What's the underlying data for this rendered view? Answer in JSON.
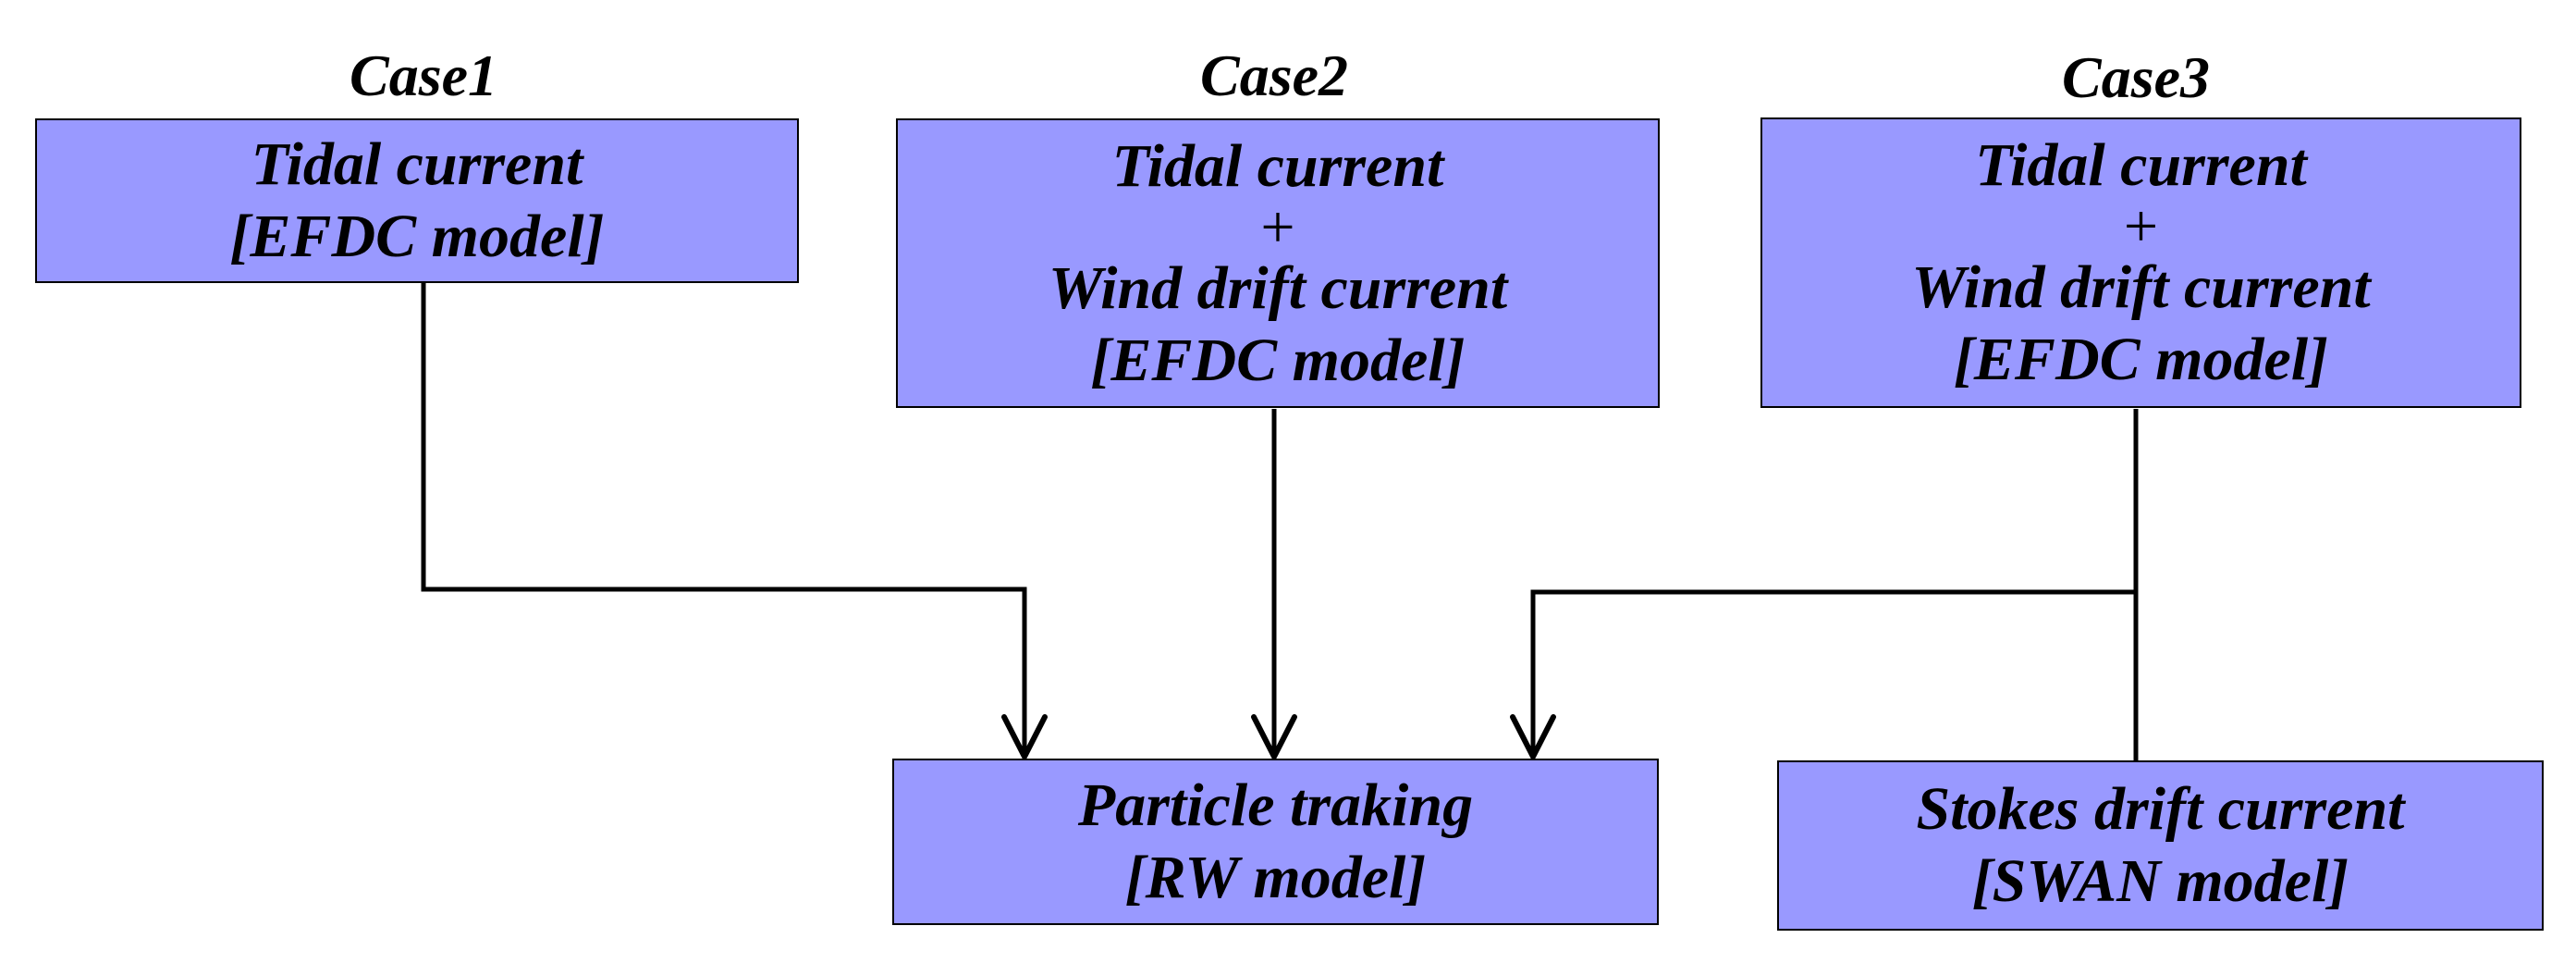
{
  "cases": [
    {
      "title": "Case1",
      "box_lines": [
        "Tidal current",
        "[EFDC model]"
      ]
    },
    {
      "title": "Case2",
      "box_lines": [
        "Tidal current",
        "+",
        "Wind drift current",
        "[EFDC model]"
      ]
    },
    {
      "title": "Case3",
      "box_lines": [
        "Tidal current",
        "+",
        "Wind drift current",
        "[EFDC model]"
      ]
    }
  ],
  "particle_box": {
    "lines": [
      "Particle traking",
      "[RW model]"
    ]
  },
  "stokes_box": {
    "lines": [
      "Stokes drift current",
      "[SWAN model]"
    ]
  },
  "colors": {
    "box_fill": "#9999ff",
    "stroke": "#000000"
  }
}
